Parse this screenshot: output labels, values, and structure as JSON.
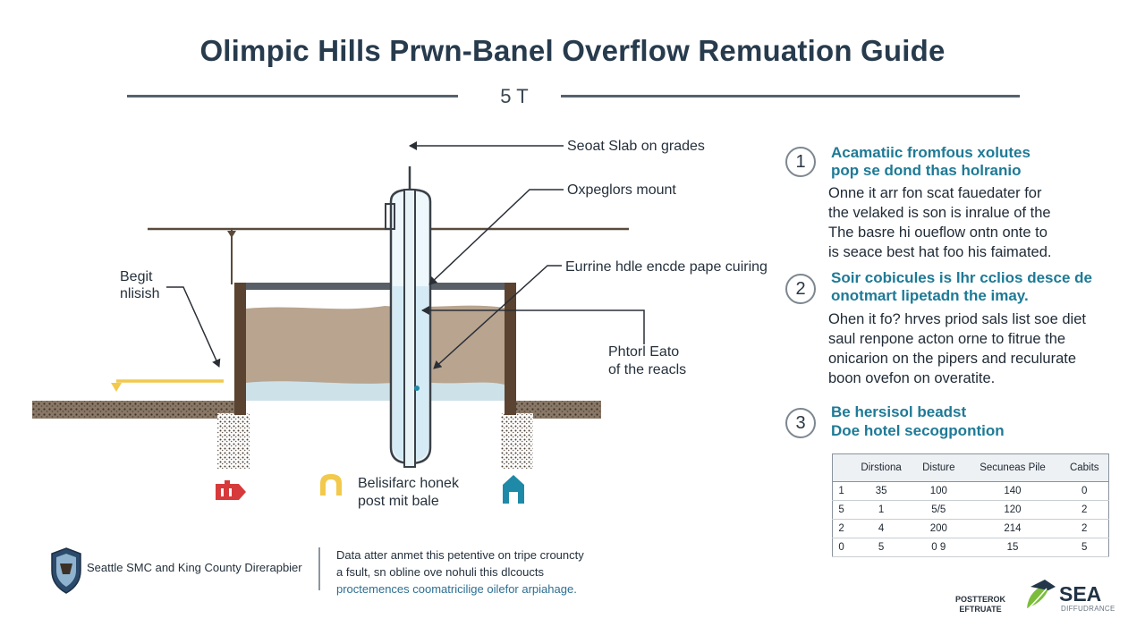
{
  "title": "Olimpic Hills Prwn-Banel Overflow Remuation Guide",
  "scale_mark": "5 T",
  "diagram": {
    "callouts": {
      "top": "Seoat Slab on grades",
      "mount": "Oxpeglors mount",
      "pipe": "Eurrine hdle encde pape cuiring",
      "left_line1": "Begit",
      "left_line2": "nlisish",
      "right_line1": "Phtorl Eato",
      "right_line2": "of the reacls",
      "bottom_line1": "Belisifarc honek",
      "bottom_line2": "post mit bale"
    },
    "colors": {
      "soil": "#b8a48f",
      "water": "#cfe8f2",
      "pipe_yellow": "#f2c94c",
      "red_icon": "#d63a3a",
      "teal_icon": "#1f8aa8"
    }
  },
  "steps": [
    {
      "num": "1",
      "heading": [
        "Acamatiic fromfous xolutes",
        "pop  se dond thas holranio"
      ],
      "body": [
        "Onne it arr fon scat fauedater for",
        "the velaked is son is  inralue of the",
        "The basre hi oueflow ontn onte to",
        "is seace best hat foo his faimated."
      ]
    },
    {
      "num": "2",
      "heading": [
        "Soir cobicules is lhr cclios desce de",
        "onotmart lipetadn the imay."
      ],
      "body": [
        "Ohen it fo? hrves priod sals list soe diet",
        "saul renpone acton orne to fitrue the",
        "onicarion on the pipers and reculurate",
        "boon ovefon on overatite."
      ]
    },
    {
      "num": "3",
      "heading": [
        "Be hersisol beadst",
        "Doe hotel secogpontion"
      ],
      "body": []
    }
  ],
  "table": {
    "headers": [
      "",
      "Dirstiona",
      "Disture",
      "Secuneas Pile",
      "Cabits"
    ],
    "rows": [
      [
        "1",
        "35",
        "100",
        "140",
        "0"
      ],
      [
        "5",
        "1",
        "5/5",
        "120",
        "2"
      ],
      [
        "2",
        "4",
        "200",
        "214",
        "2"
      ],
      [
        "0",
        "5",
        "0 9",
        "15",
        "5"
      ]
    ]
  },
  "footer": {
    "org": "Seattle SMC and King County Direrapbier",
    "disclaimer": [
      "Data atter anmet this petentive on tripe crouncty",
      "a fsult, sn obline ove nohuli this dlcoucts",
      "proctemences coomatricilige oilefor arpiahage."
    ],
    "partner": [
      "POSTTEROK",
      "EFTRUATE"
    ],
    "sea_word": "SEA",
    "sea_sub": "DIFFUDRANCE"
  }
}
